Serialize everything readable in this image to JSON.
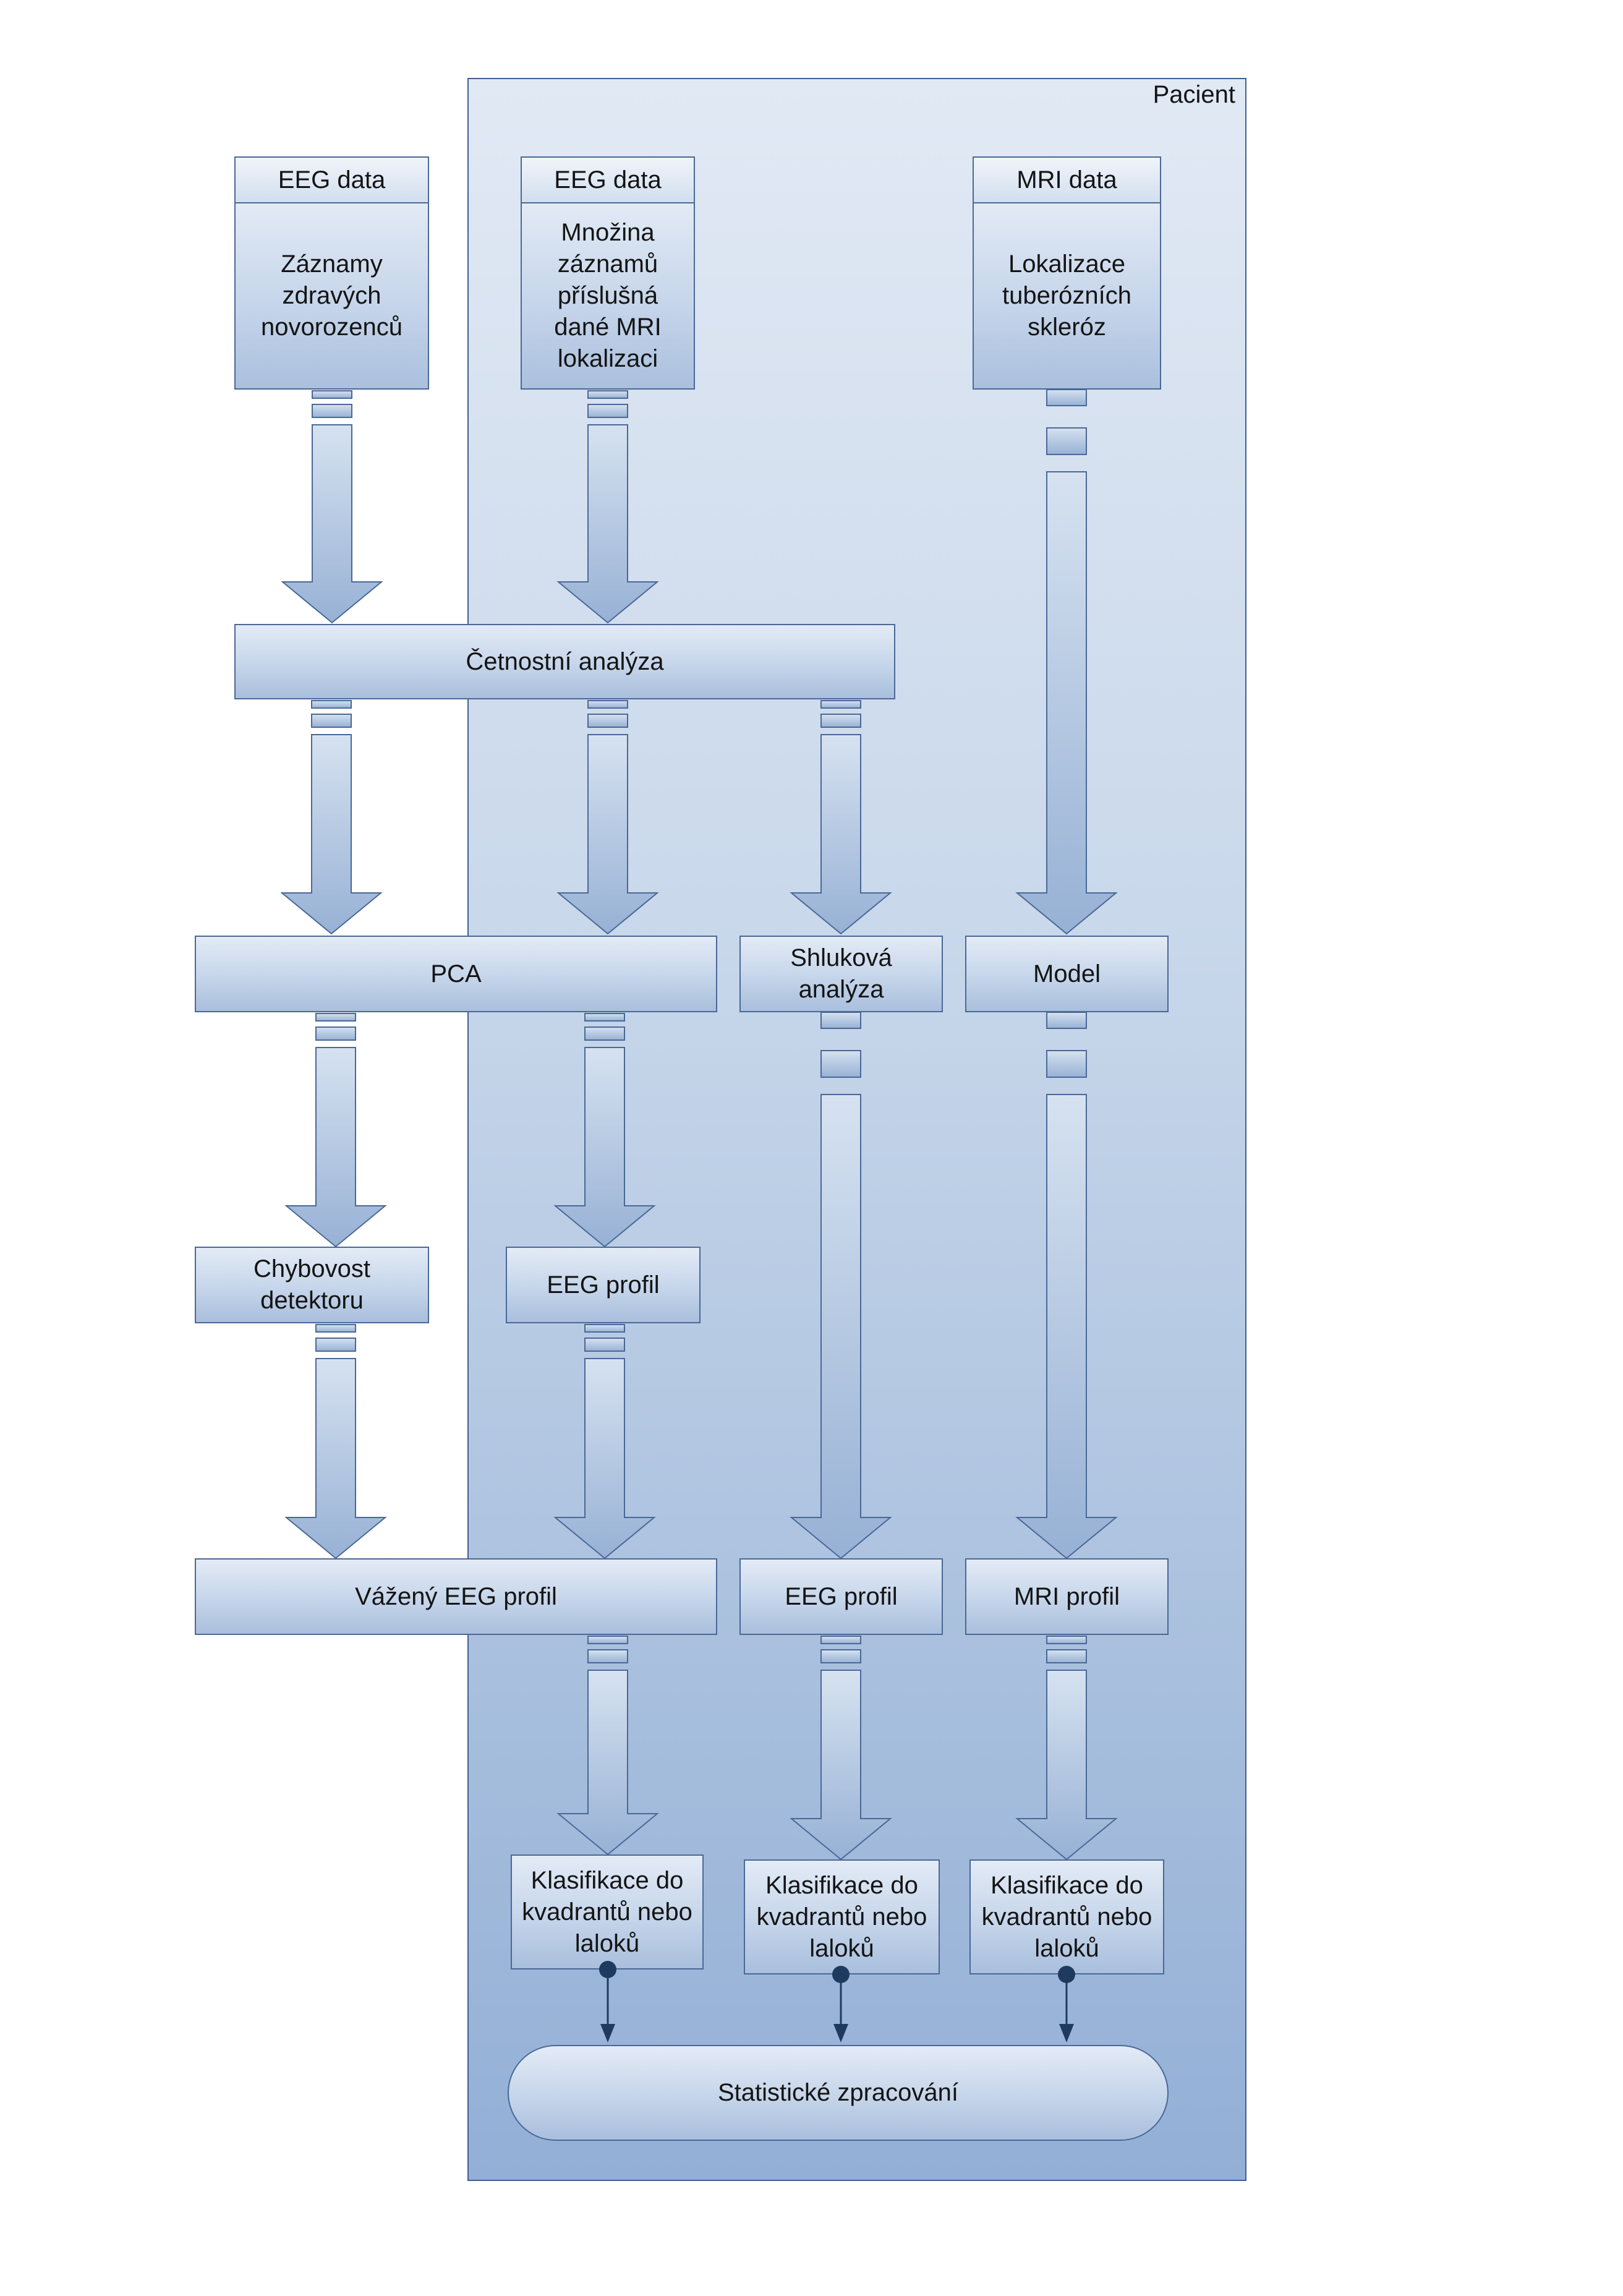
{
  "container": {
    "label": "Pacient"
  },
  "nodes": [
    {
      "header": "EEG data",
      "text": "Záznamy\nzdravých\nnovorozenců"
    },
    {
      "header": "EEG data",
      "text": "Množina\nzáznamů\npříslušná\ndané MRI\nlokalizaci"
    },
    {
      "header": "MRI data",
      "text": "Lokalizace\ntuberózních\nskleróz"
    },
    {
      "text": "Četnostní analýza"
    },
    {
      "text": "PCA"
    },
    {
      "text": "Shluková\nanalýza"
    },
    {
      "text": "Model"
    },
    {
      "text": "Chybovost\ndetektoru"
    },
    {
      "text": "EEG profil"
    },
    {
      "text": "Vážený EEG profil"
    },
    {
      "text": "EEG profil"
    },
    {
      "text": "MRI profil"
    },
    {
      "text": "Klasifikace do\nkvadrantů nebo\nlaloků"
    },
    {
      "text": "Klasifikace do\nkvadrantů nebo\nlaloků"
    },
    {
      "text": "Klasifikace do\nkvadrantů nebo\nlaloků"
    },
    {
      "text": "Statistické zpracování"
    }
  ],
  "edges": [
    [
      0,
      3
    ],
    [
      1,
      3
    ],
    [
      2,
      6
    ],
    [
      3,
      4
    ],
    [
      3,
      4
    ],
    [
      3,
      5
    ],
    [
      4,
      7
    ],
    [
      4,
      8
    ],
    [
      5,
      10
    ],
    [
      6,
      11
    ],
    [
      7,
      9
    ],
    [
      8,
      9
    ],
    [
      9,
      12
    ],
    [
      10,
      13
    ],
    [
      11,
      14
    ],
    [
      12,
      15
    ],
    [
      13,
      15
    ],
    [
      14,
      15
    ]
  ]
}
